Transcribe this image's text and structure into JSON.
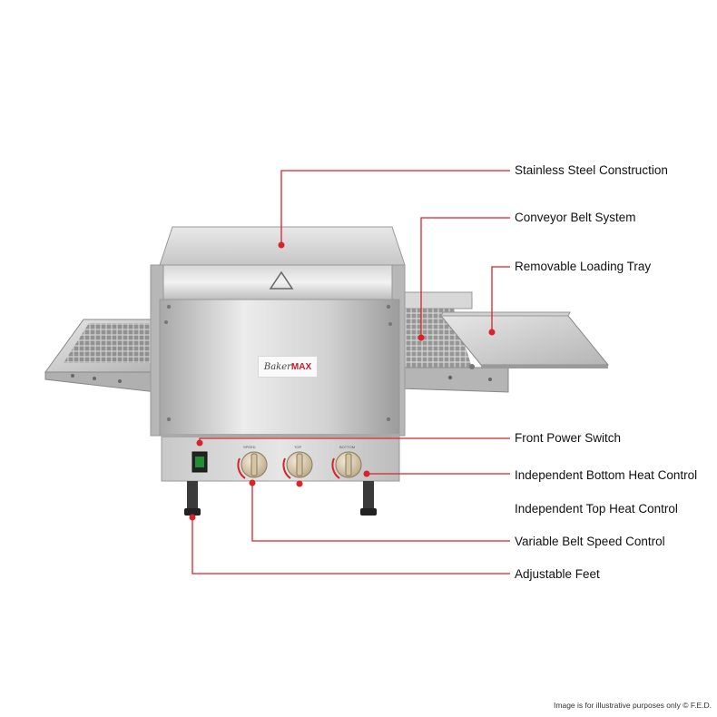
{
  "logo": {
    "brand": "Baker",
    "brand_suffix": "MAX"
  },
  "callouts": [
    {
      "id": "stainless-steel-construction",
      "label": "Stainless Steel Construction"
    },
    {
      "id": "conveyor-belt-system",
      "label": "Conveyor Belt System"
    },
    {
      "id": "removable-loading-tray",
      "label": "Removable Loading Tray"
    },
    {
      "id": "front-power-switch",
      "label": "Front Power Switch"
    },
    {
      "id": "independent-bottom-heat-control",
      "label": "Independent Bottom Heat Control"
    },
    {
      "id": "independent-top-heat-control",
      "label": "Independent Top Heat Control"
    },
    {
      "id": "variable-belt-speed-control",
      "label": "Variable Belt Speed Control"
    },
    {
      "id": "adjustable-feet",
      "label": "Adjustable Feet"
    }
  ],
  "knob_labels": {
    "speed": "SPEED",
    "top": "TOP",
    "bottom": "BOTTOM"
  },
  "footer_note": "Image is for illustrative purposes only © F.E.D.",
  "colors": {
    "leader_line": "#d8232a",
    "steel_light": "#e4e4e4",
    "steel_dark": "#9a9a9a"
  }
}
